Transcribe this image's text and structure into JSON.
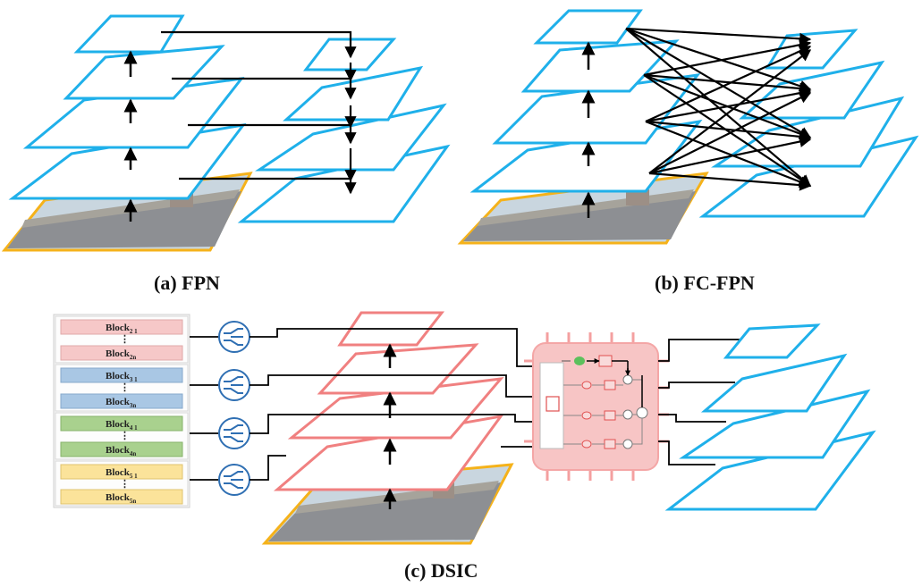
{
  "captions": {
    "a": "(a) FPN",
    "b": "(b) FC-FPN",
    "c": "(c) DSIC"
  },
  "blocks": [
    {
      "top": "Block",
      "top_sub": "2 1",
      "bottom": "Block",
      "bottom_sub": "2n",
      "fill": "#f6c8c8"
    },
    {
      "top": "Block",
      "top_sub": "3 1",
      "bottom": "Block",
      "bottom_sub": "3n",
      "fill": "#a9c7e4"
    },
    {
      "top": "Block",
      "top_sub": "4 1",
      "bottom": "Block",
      "bottom_sub": "4n",
      "fill": "#a9d18e"
    },
    {
      "top": "Block",
      "top_sub": "5 1",
      "bottom": "Block",
      "bottom_sub": "5n",
      "fill": "#fbe39a"
    }
  ],
  "colors": {
    "feature_plane": "#1fb0ea",
    "dsic_plane": "#f08080",
    "image_border": "#f5b21a",
    "module_bg": "#f7c5c5",
    "switch_icon": "#2f6fb3",
    "arrow": "#000000"
  },
  "icons": {
    "switch": "switch-circle-icon",
    "fusion_module": "fusion-module-icon"
  }
}
